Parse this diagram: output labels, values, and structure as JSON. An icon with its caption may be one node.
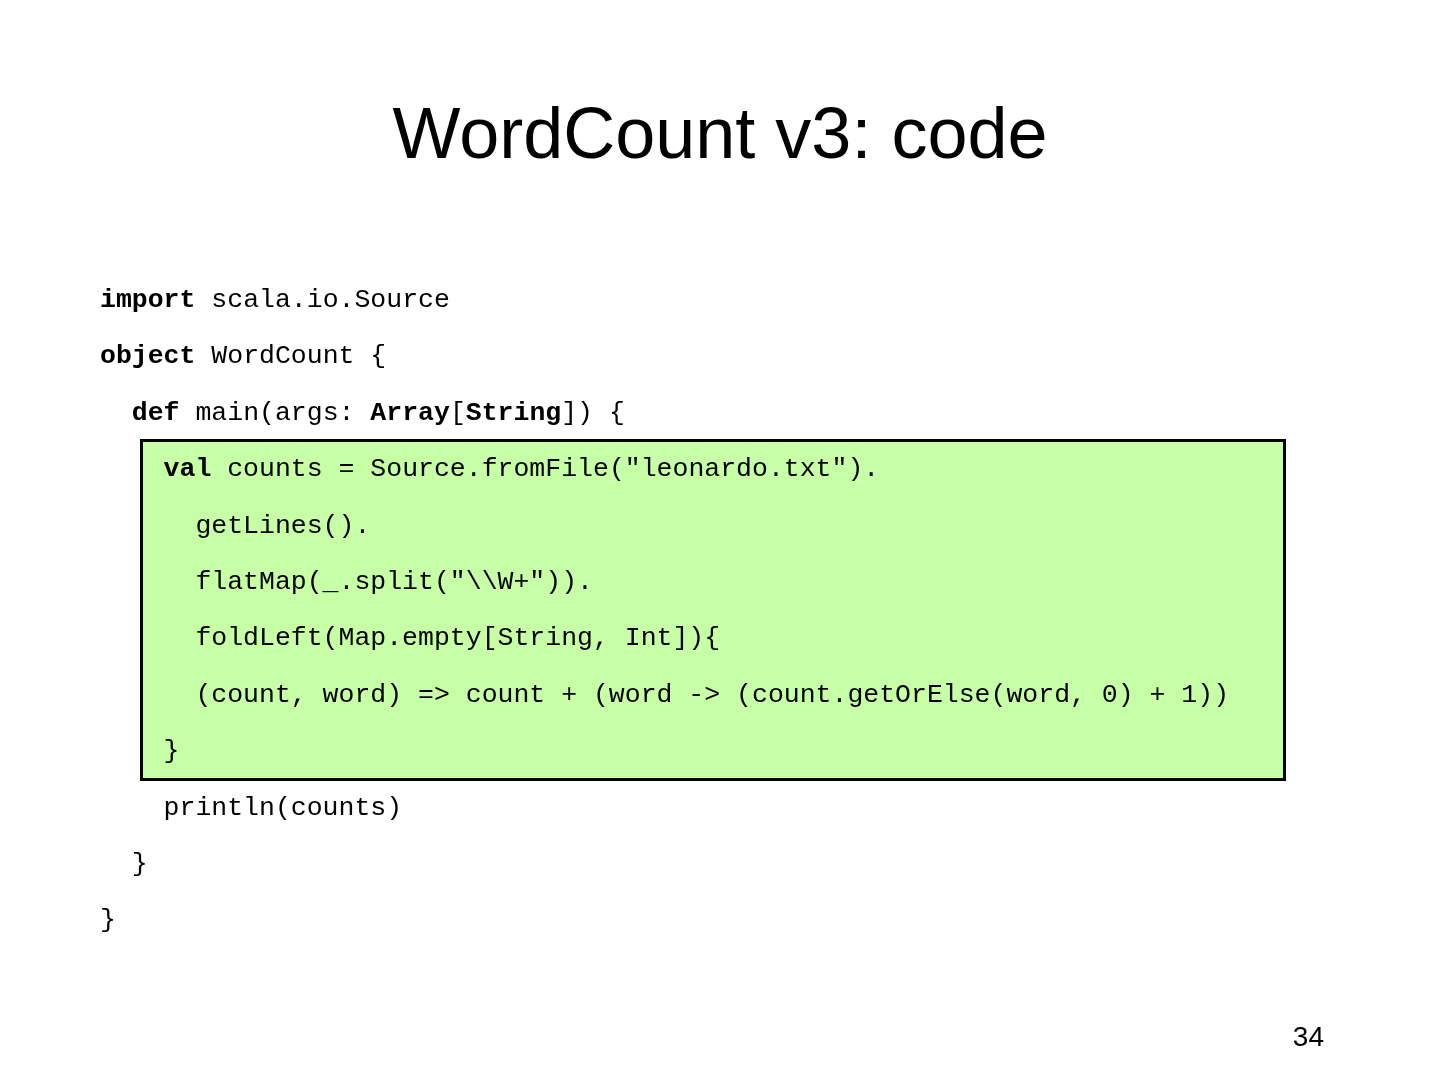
{
  "diagram": {
    "title": "WordCount v3: code",
    "nodes": [
      {
        "text": [
          "**val** counts = Source.fromFile(\"leonardo.txt\").",
          "getLines().",
          "flatMap(_.split(\"\\\\W+\")).",
          "foldLeft(Map.empty[String, Int]){",
          "(count, word) => count + (word -> (count.getOrElse(word, 0) + 1))",
          "}"
        ]
      }
    ],
    "edges": [],
    "labels": [
      "**import** scala.io.Source",
      "**object** WordCount {",
      "**def** main(args: **Array**[**String**]) {",
      "println(counts)",
      "}",
      "}",
      "34"
    ]
  }
}
